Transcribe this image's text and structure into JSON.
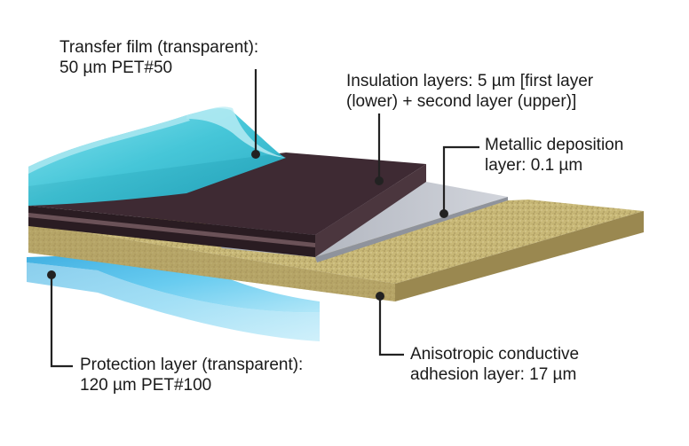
{
  "labels": {
    "transfer_film": {
      "line1": "Transfer film (transparent):",
      "line2": "50 µm PET#50"
    },
    "insulation": {
      "line1": "Insulation layers: 5 µm [first layer",
      "line2": "(lower) + second layer (upper)]"
    },
    "metallic": {
      "line1": "Metallic deposition",
      "line2": "layer: 0.1 µm"
    },
    "protection": {
      "line1": "Protection layer (transparent):",
      "line2": "120 µm PET#100"
    },
    "anisotropic": {
      "line1": "Anisotropic conductive",
      "line2": "adhesion layer: 17 µm"
    }
  },
  "colors": {
    "transfer_film": "#3cc3d6",
    "protection_layer": "#39b5e3",
    "insulation_top": "#3e2a33",
    "insulation_side": "#2a1c22",
    "metallic": "#b8bcc6",
    "adhesive": "#c8b877",
    "adhesive_side": "#a8955a",
    "leader_line": "#222222"
  }
}
